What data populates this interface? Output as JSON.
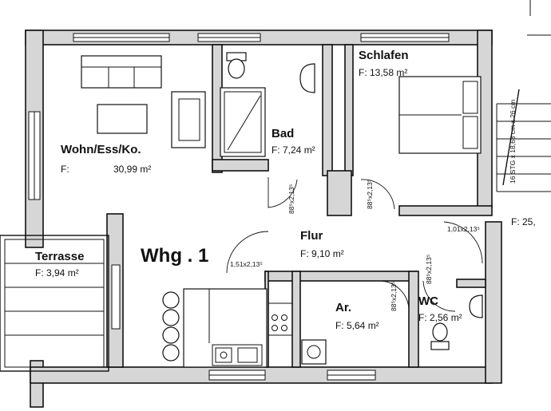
{
  "unit": {
    "title": "Whg . 1"
  },
  "rooms": {
    "wohn": {
      "name": "Wohn/Ess/Ko.",
      "area_prefix": "F:",
      "area_value": "30,99 m²"
    },
    "bad": {
      "name": "Bad",
      "area": "F: 7,24 m²"
    },
    "schlafen": {
      "name": "Schlafen",
      "area": "F: 13,58 m²"
    },
    "terrasse": {
      "name": "Terrasse",
      "area": "F:  3,94 m²"
    },
    "flur": {
      "name": "Flur",
      "area": "F: 9,10 m²"
    },
    "ar": {
      "name": "Ar.",
      "area": "F: 5,64 m²"
    },
    "wc": {
      "name": "WC",
      "area": "F: 2,56 m²"
    },
    "adjacent": {
      "area_partial": "F:    25,"
    }
  },
  "door_dims": {
    "bad": "88⁵x2,13⁵",
    "schlafen": "88⁵x2,13⁵",
    "entrance": "1,51x2,13⁵",
    "stair": "1,01x2,13⁵",
    "ar": "88⁵x2,13⁵",
    "wc": "88⁵x2,13⁵"
  },
  "stair": {
    "label": "16 STG x 18,63 cm x 26 cm"
  },
  "colors": {
    "wall_fill": "#d6d6d6",
    "line": "#111111"
  }
}
